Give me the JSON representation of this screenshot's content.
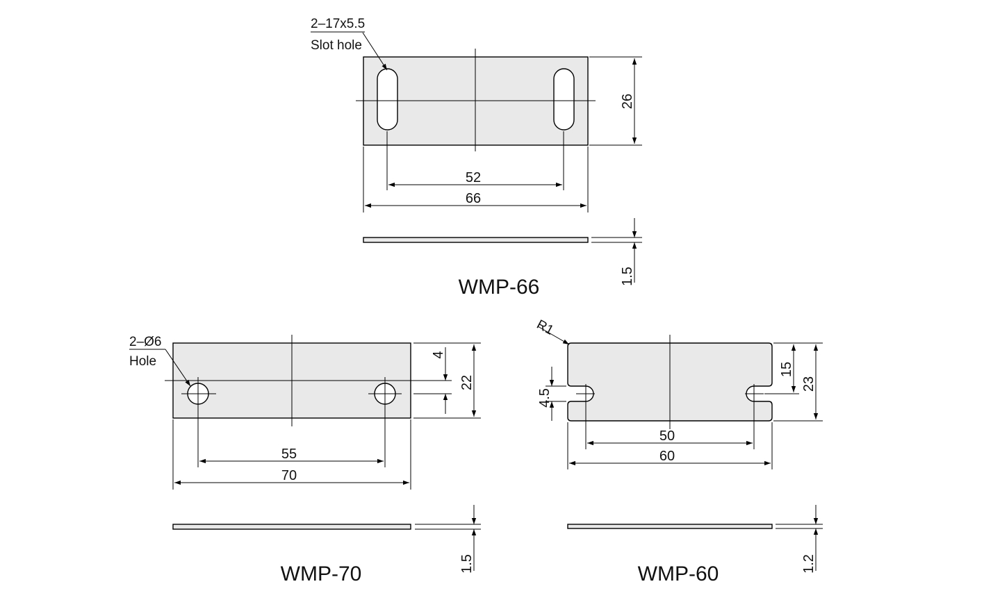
{
  "wmp66": {
    "title": "WMP-66",
    "slot_spec": "2–17x5.5",
    "slot_label": "Slot hole",
    "dim_height": "26",
    "dim_pitch": "52",
    "dim_length": "66",
    "dim_thickness": "1.5"
  },
  "wmp70": {
    "title": "WMP-70",
    "hole_spec": "2–Ø6",
    "hole_label": "Hole",
    "dim_offset": "4",
    "dim_height": "22",
    "dim_pitch": "55",
    "dim_length": "70",
    "dim_thickness": "1.5"
  },
  "wmp60": {
    "title": "WMP-60",
    "radius": "R1",
    "dim_slot": "4.5",
    "dim_mid": "15",
    "dim_height": "23",
    "dim_pitch": "50",
    "dim_length": "60",
    "dim_thickness": "1.2"
  }
}
